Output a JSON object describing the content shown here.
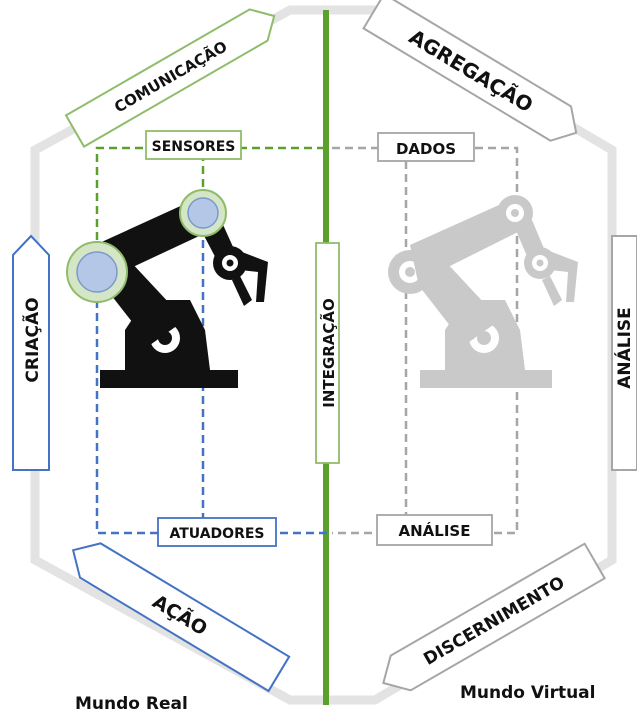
{
  "labels": {
    "comunicacao": "COMUNICAÇÃO",
    "agregacao": "AGREGAÇÃO",
    "criacao": "CRIAÇÃO",
    "analise_side": "ANÁLISE",
    "integracao": "INTEGRAÇÃO",
    "acao": "AÇÃO",
    "discernimento": "DISCERNIMENTO",
    "sensores": "SENSORES",
    "atuadores": "ATUADORES",
    "dados": "DADOS",
    "analise_box": "ANÁLISE"
  },
  "worlds": {
    "real": "Mundo Real",
    "virtual": "Mundo Virtual"
  },
  "colors": {
    "green": "#5aa02c",
    "green_light": "#8fbc6a",
    "blue": "#4472c4",
    "blue_light": "#9fb4d9",
    "gray": "#a6a6a6",
    "gray_robot": "#c9c9c9",
    "black": "#111111",
    "joint": "#b4c7e7"
  }
}
